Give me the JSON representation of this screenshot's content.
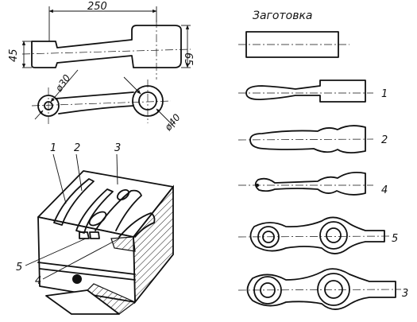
{
  "drawing": {
    "dim_length": "250",
    "dim_left_height": "45",
    "dim_right_height": "65",
    "dim_small_hole": "ø30",
    "dim_large_hole": "ø40"
  },
  "title": "Заготовка",
  "stage_labels": [
    "1",
    "2",
    "4",
    "5",
    "3"
  ],
  "die_labels": {
    "l1": "1",
    "l2": "2",
    "l3": "3",
    "l4": "4",
    "l5": "5"
  }
}
